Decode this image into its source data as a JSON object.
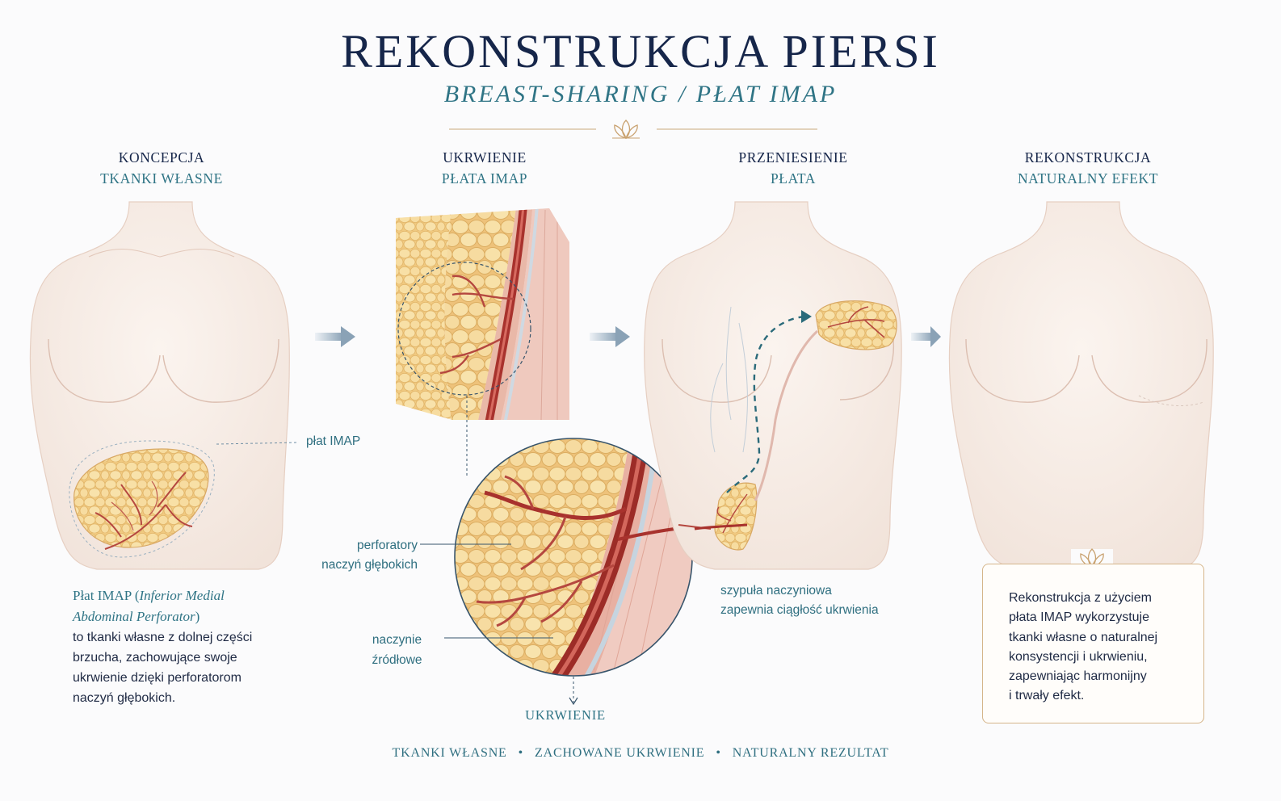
{
  "header": {
    "title": "REKONSTRUKCJA PIERSI",
    "subtitle": "BREAST-SHARING / PŁAT IMAP"
  },
  "steps": [
    {
      "line1": "KONCEPCJA",
      "line2": "TKANKI WŁASNE"
    },
    {
      "line1": "UKRWIENIE",
      "line2": "PŁATA IMAP"
    },
    {
      "line1": "PRZENIESIENIE",
      "line2": "PŁATA"
    },
    {
      "line1": "REKONSTRUKCJA",
      "line2": "NATURALNY EFEKT"
    }
  ],
  "callouts": {
    "flap": "płat IMAP",
    "perforators_line1": "perforatory",
    "perforators_line2": "naczyń głębokich",
    "source_line1": "naczynie",
    "source_line2": "źródłowe",
    "blood_supply": "UKRWIENIE",
    "pedicle_line1": "szypuła naczyniowa",
    "pedicle_line2": "zapewnia ciągłość ukrwienia"
  },
  "description1": {
    "term": "Płat IMAP (",
    "term_expansion_line1": "Inferior Medial",
    "term_expansion_line2": "Abdominal Perforator",
    "term_close": ")",
    "lines": [
      "to tkanki własne z dolnej części",
      "brzucha, zachowujące swoje",
      "ukrwienie dzięki perforatorom",
      "naczyń głębokich."
    ]
  },
  "description4": {
    "lines": [
      "Rekonstrukcja z użyciem",
      "płata IMAP wykorzystuje",
      "tkanki własne o naturalnej",
      "konsystencji i ukrwieniu,",
      "zapewniając harmonijny",
      "i trwały efekt."
    ]
  },
  "footer": {
    "items": [
      "TKANKI WŁASNE",
      "ZACHOWANE UKRWIENIE",
      "NATURALNY REZULTAT"
    ]
  },
  "colors": {
    "navy": "#16264a",
    "teal": "#2f7485",
    "gold": "#caa97a",
    "skin": "#f5ebe4",
    "fat": "#f3d48f",
    "vessel": "#b8423b"
  },
  "icons": [
    "lotus-icon",
    "arrow-right-icon"
  ]
}
